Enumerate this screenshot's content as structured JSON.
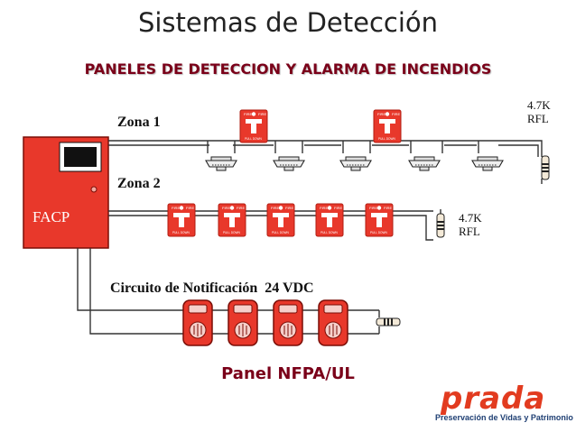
{
  "title": "Sistemas de Detección",
  "subtitle": "PANELES DE DETECCION Y ALARMA DE INCENDIOS",
  "panel_label": "FACP",
  "zone1_label": "Zona 1",
  "zone2_label": "Zona 2",
  "rfl1": [
    "4.7K",
    "RFL"
  ],
  "rfl2": [
    "4.7K",
    "RFL"
  ],
  "notification_label": "Circuito de Notificación  24 VDC",
  "footer_label": "Panel NFPA/UL",
  "logo": {
    "word": "prada",
    "tagline": "Preservación de Vidas y Patrimonio"
  },
  "colors": {
    "red": "#e8382b",
    "dark_red": "#7a0019",
    "logo_orange": "#e23b1f",
    "logo_blue": "#1f3f73"
  }
}
